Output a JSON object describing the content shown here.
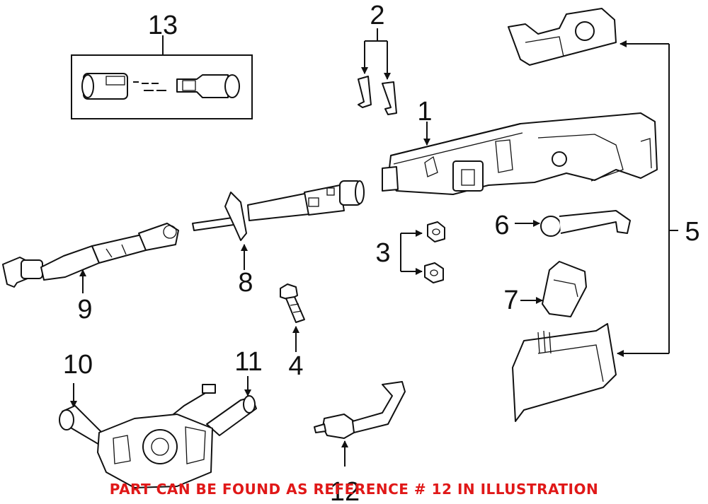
{
  "diagram": {
    "callouts": {
      "c1": "1",
      "c2": "2",
      "c3": "3",
      "c4": "4",
      "c5": "5",
      "c6": "6",
      "c7": "7",
      "c8": "8",
      "c9": "9",
      "c10": "10",
      "c11": "11",
      "c12": "12",
      "c13": "13"
    },
    "footer_note": "PART CAN BE FOUND AS REFERENCE # 12 IN ILLUSTRATION",
    "colors": {
      "note": "#e01818",
      "ink": "#111111"
    }
  }
}
